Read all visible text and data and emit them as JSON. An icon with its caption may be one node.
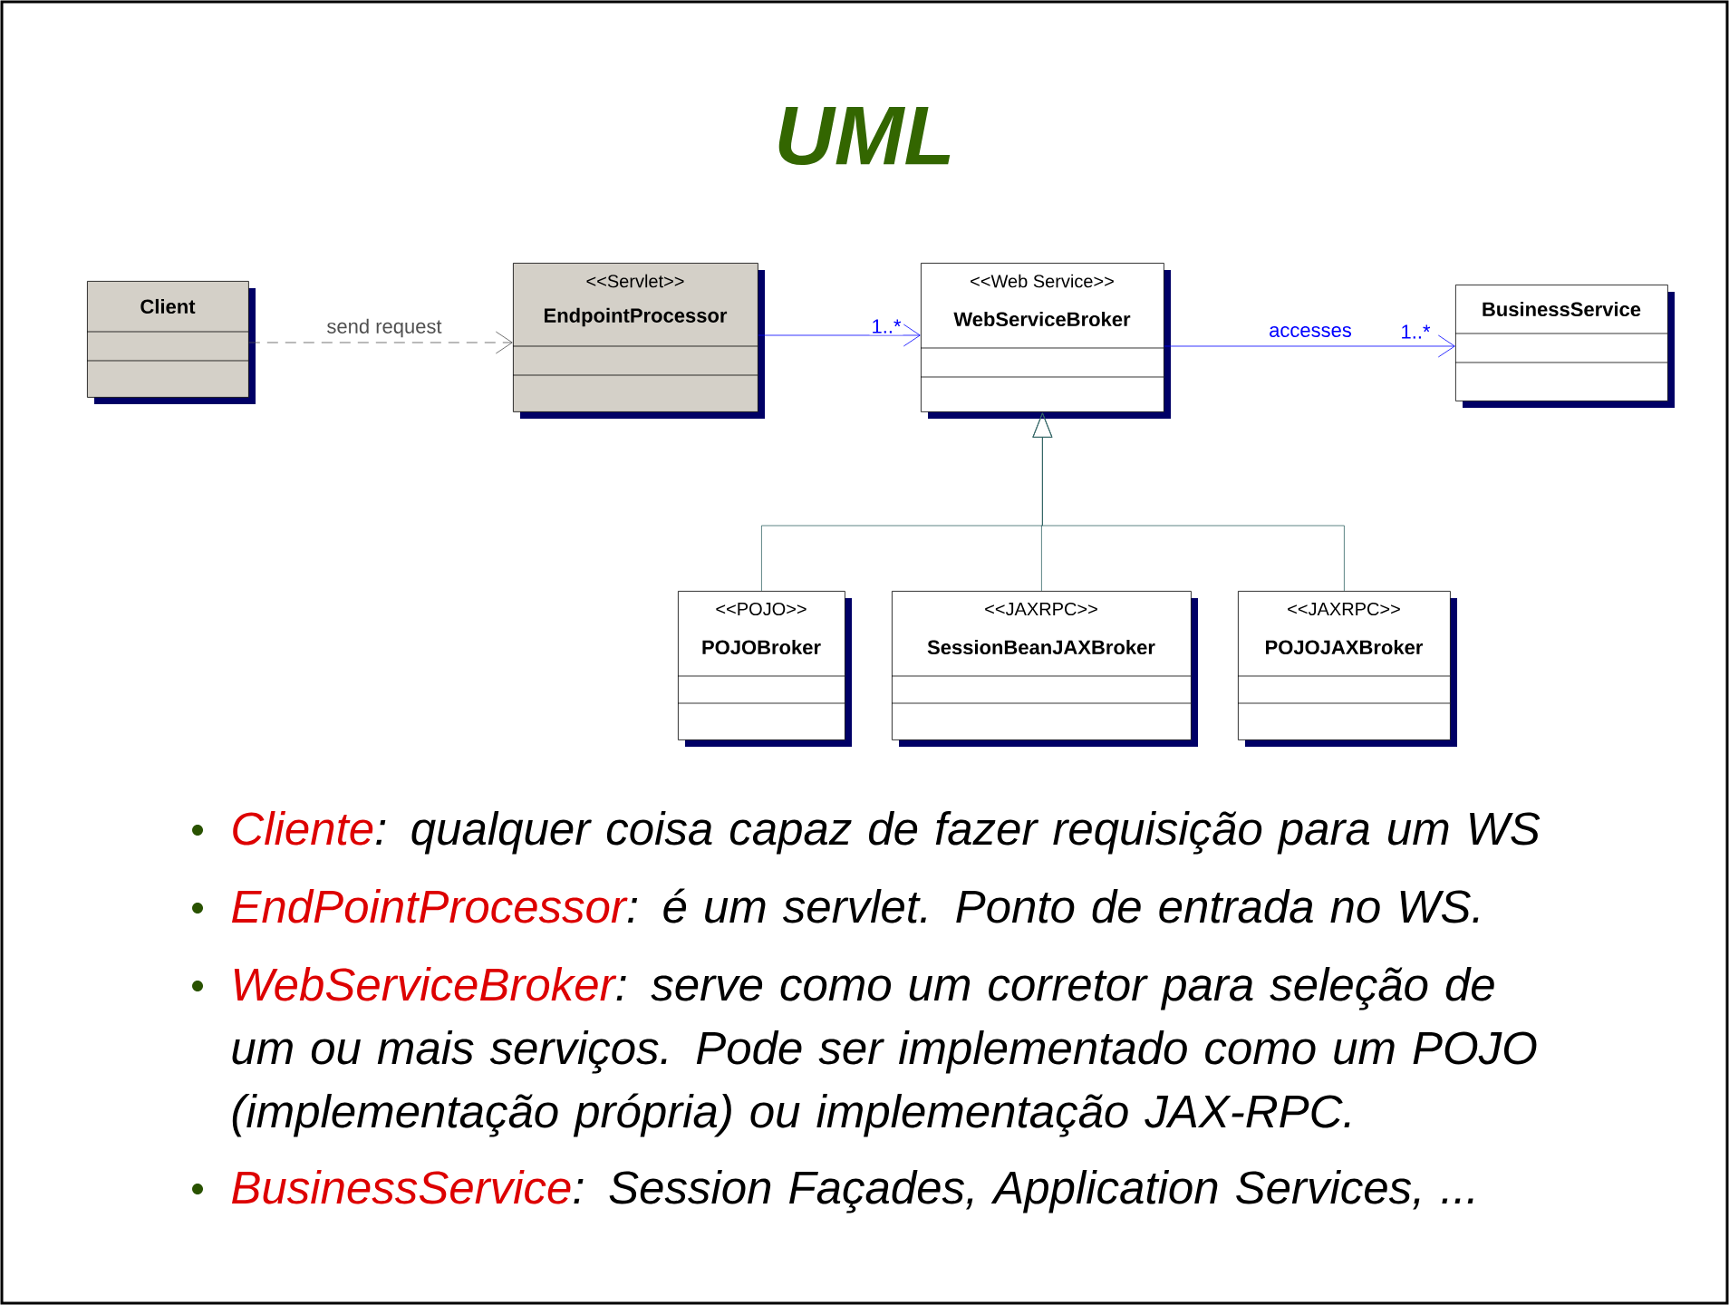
{
  "diagram": {
    "title": "UML",
    "nodes": [
      {
        "text": [
          "Client"
        ]
      },
      {
        "text": [
          "<<Servlet>>",
          "EndpointProcessor"
        ]
      },
      {
        "text": [
          "<<Web Service>>",
          "WebServiceBroker"
        ]
      },
      {
        "text": [
          "BusinessService"
        ]
      },
      {
        "text": [
          "<<POJO>>",
          "POJOBroker"
        ]
      },
      {
        "text": [
          "<<JAXRPC>>",
          "SessionBeanJAXBroker"
        ]
      },
      {
        "text": [
          "<<JAXRPC>>",
          "POJOJAXBroker"
        ]
      }
    ],
    "edges": [
      {
        "from": 0,
        "to": 1,
        "arrow": "to",
        "style": "dashed",
        "color": "#505050",
        "label": "send request"
      },
      {
        "from": 1,
        "to": 2,
        "arrow": "to",
        "color": "#0000ff",
        "label": "1..*"
      },
      {
        "from": 2,
        "to": 3,
        "arrow": "to",
        "color": "#0000ff",
        "label": "accesses"
      },
      {
        "from": 4,
        "to": 2,
        "arrow": "to",
        "color": "#336666"
      },
      {
        "from": 5,
        "to": 2,
        "arrow": "to",
        "color": "#336666"
      },
      {
        "from": 6,
        "to": 2,
        "arrow": "to",
        "color": "#336666"
      }
    ],
    "labels": [
      "1..*",
      "Cliente",
      ": qualquer coisa capaz de fazer requisição para um WS",
      "EndPointProcessor",
      ": é um servlet. Ponto de entrada no WS.",
      "WebServiceBroker",
      ": serve como um corretor para seleção de um ou mais serviços. Pode ser implementado como um POJO (implementação própria) ou implementação JAX-RPC.",
      "BusinessService",
      ": Session Façades, Application Services, ..."
    ]
  }
}
